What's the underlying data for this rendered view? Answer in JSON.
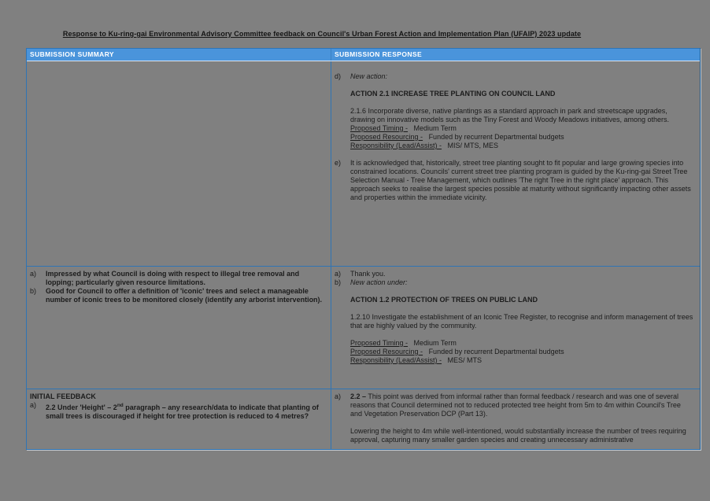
{
  "title": "Response to Ku-ring-gai Environmental Advisory Committee feedback on Council's Urban Forest Action and Implementation Plan (UFAIP) 2023 update",
  "colors": {
    "page_background": "#808080",
    "header_background": "#4A94DB",
    "header_text": "#FFFFFF",
    "table_border": "#2E74B5",
    "body_text": "#1B1B1B"
  },
  "table": {
    "headers": [
      "SUBMISSION SUMMARY",
      "SUBMISSION RESPONSE"
    ],
    "rows": [
      {
        "summary": [],
        "response": [
          {
            "m": "d)",
            "seg": [
              {
                "t": "New action:",
                "s": "i"
              }
            ]
          },
          {
            "ind": true,
            "g": true,
            "seg": [
              {
                "t": "ACTION 2.1 INCREASE TREE PLANTING ON COUNCIL LAND",
                "s": "b"
              }
            ]
          },
          {
            "ind": true,
            "g": true,
            "seg": [
              {
                "t": "2.1.6 Incorporate diverse, native plantings as a standard approach in park and streetscape upgrades, drawing on innovative models such as the Tiny Forest and Woody Meadows initiatives, among others.",
                "s": ""
              }
            ]
          },
          {
            "ind": true,
            "seg": [
              {
                "t": "Proposed Timing -",
                "s": "u"
              },
              {
                "t": "   Medium Term",
                "s": ""
              }
            ]
          },
          {
            "ind": true,
            "seg": [
              {
                "t": "Proposed Resourcing -",
                "s": "u"
              },
              {
                "t": "   Funded by recurrent Departmental budgets",
                "s": ""
              }
            ]
          },
          {
            "ind": true,
            "seg": [
              {
                "t": "Responsibility (Lead/Assist) -",
                "s": "u"
              },
              {
                "t": "   MIS/ MTS, MES",
                "s": ""
              }
            ]
          },
          {
            "m": "e)",
            "g": true,
            "seg": [
              {
                "t": "It is acknowledged that, historically, street tree planting sought to fit popular and large growing species into constrained locations. Councils' current street tree planting program is guided by the Ku-ring-gai Street Tree Selection Manual - Tree Management, which outlines 'The right Tree in the right place' approach. This approach seeks to realise the largest species possible at maturity without significantly impacting other assets and properties within the immediate vicinity.",
                "s": ""
              }
            ]
          }
        ]
      },
      {
        "summary": [
          {
            "m": "a)",
            "seg": [
              {
                "t": "Impressed by what Council is doing with respect to illegal tree removal and lopping; particularly given resource limitations.",
                "s": "b"
              }
            ]
          },
          {
            "m": "b)",
            "seg": [
              {
                "t": "Good for Council to offer a definition of 'iconic' trees and select a manageable number of iconic trees to be monitored closely (identify any arborist intervention).",
                "s": "b"
              }
            ]
          }
        ],
        "response": [
          {
            "m": "a)",
            "seg": [
              {
                "t": "Thank you.",
                "s": ""
              }
            ]
          },
          {
            "m": "b)",
            "seg": [
              {
                "t": "New action under:",
                "s": "i"
              }
            ]
          },
          {
            "ind": true,
            "g": true,
            "seg": [
              {
                "t": "ACTION 1.2 PROTECTION OF TREES ON PUBLIC LAND",
                "s": "b"
              }
            ]
          },
          {
            "ind": true,
            "g": true,
            "seg": [
              {
                "t": "1.2.10 Investigate the establishment of an Iconic Tree Register, to recognise and inform management of trees that are highly valued by the community.",
                "s": ""
              }
            ]
          },
          {
            "ind": true,
            "g": true,
            "seg": [
              {
                "t": "Proposed Timing -",
                "s": "u"
              },
              {
                "t": "   Medium Term",
                "s": ""
              }
            ]
          },
          {
            "ind": true,
            "seg": [
              {
                "t": "Proposed Resourcing -",
                "s": "u"
              },
              {
                "t": "   Funded by recurrent Departmental budgets",
                "s": ""
              }
            ]
          },
          {
            "ind": true,
            "seg": [
              {
                "t": "Responsibility (Lead/Assist) -",
                "s": "u"
              },
              {
                "t": "   MES/ MTS",
                "s": ""
              }
            ]
          }
        ]
      },
      {
        "summary": [
          {
            "seg": [
              {
                "t": "INITIAL FEEDBACK",
                "s": "b"
              }
            ]
          },
          {
            "m": "a)",
            "seg": [
              {
                "t": "2.2 Under 'Height' – 2",
                "s": "b"
              },
              {
                "t": "nd",
                "s": "bs"
              },
              {
                "t": " paragraph – any research/data to indicate that planting of small trees is discouraged if height for tree protection is reduced to 4 metres?",
                "s": "b"
              }
            ]
          }
        ],
        "response": [
          {
            "m": "a)",
            "seg": [
              {
                "t": "2.2 –",
                "s": "b"
              },
              {
                "t": " This point was derived from informal rather than formal feedback / research and was one of several reasons that Council determined not to reduced protected tree height from 5m to 4m within Council's Tree and Vegetation Preservation DCP (Part 13).",
                "s": ""
              }
            ]
          },
          {
            "ind": true,
            "g": true,
            "seg": [
              {
                "t": "Lowering the height to 4m while well-intentioned, would substantially increase the number of trees requiring approval, capturing many smaller garden species and creating unnecessary administrative",
                "s": ""
              }
            ]
          }
        ]
      }
    ]
  }
}
